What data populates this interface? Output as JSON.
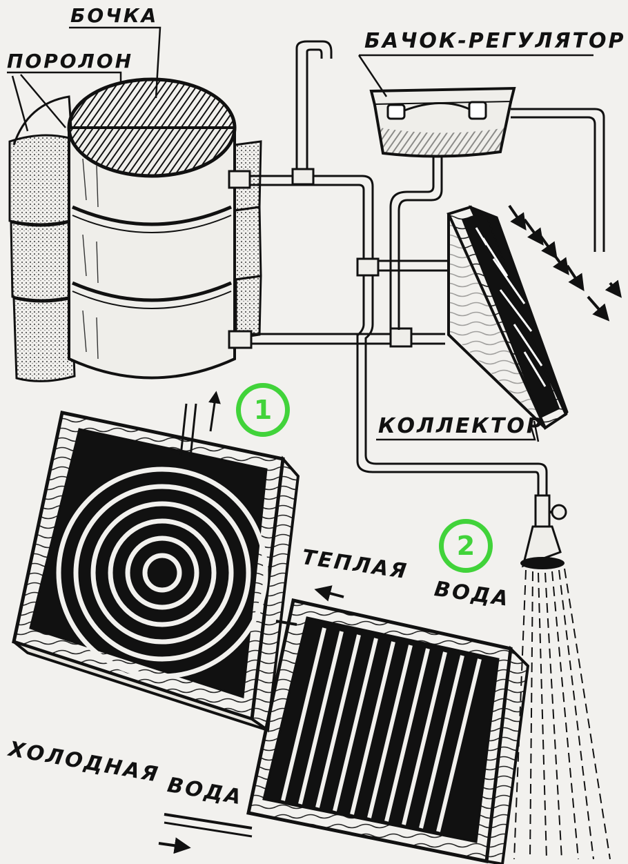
{
  "labels": {
    "barrel": "БОЧКА",
    "foam": "ПОРОЛОН",
    "regulator_tank": "БАЧОК-РЕГУЛЯТОР",
    "collector": "КОЛЛЕКТОР",
    "warm_water_1": "ТЕПЛАЯ",
    "warm_water_2": "ВОДА",
    "cold_water_1": "ХОЛОДНАЯ",
    "cold_water_2": "ВОДА"
  },
  "badges": {
    "one": "1",
    "two": "2"
  },
  "colors": {
    "ink": "#111111",
    "paper": "#f2f1ee",
    "badge_green": "#41d33a",
    "foam": "#d9d5cc"
  }
}
